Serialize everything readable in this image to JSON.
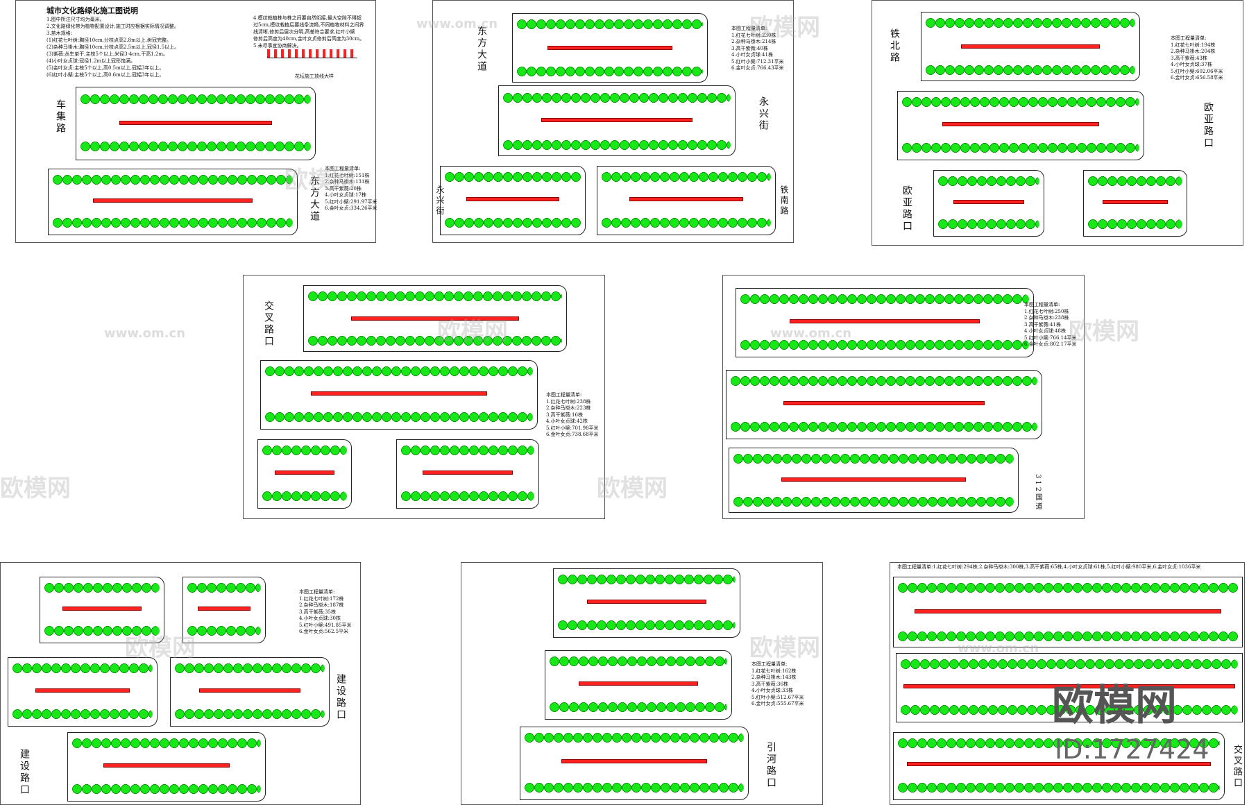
{
  "sheet1": {
    "title": "城市文化路绿化施工图说明",
    "notes": "1.图中所注尺寸均为毫米。\n2.文化路绿化带为植物配置设计,施工时应根据实际情况调整。\n3.苗木规格:\n(1)红花七叶树:胸径10cm,分枝点高2.8m以上,树冠完整。\n(2)杂种马褂木:胸径10cm,分枝点高2.5m以上,冠径1.5以上。\n(3)紫薇:丛生单干,主枝5个以上,米径3-4cm,干高1.2m。\n(4)小叶女贞球:冠径1.2m以上冠形饱满。\n(5)金叶女贞:主枝5个以上,高0.5m以上,冠幅3年以上。\n(6)红叶小檗:主枝5个以上,高0.6m以上,冠幅3年以上。",
    "notes_right": "4.模纹栽植株与株之间要自然衔接,最大空隙不得超\n过5cm,模纹栽植后要线条流畅,不同植物材料之间界\n线清晰,修剪后层次分明,高差符合要求,红叶小檗\n修剪后高度为40cm,金叶女贞修剪后高度为30cm。\n5.未尽事宜协商解决。",
    "detail_caption": "花坛施工放线大样",
    "road_left": "车集路",
    "road_right": "东方大道",
    "qty": "本图工程量清单:\n1.红花七叶树:151株\n2.杂种马褂木:131株\n3.高干紫薇:20株\n4.小叶女贞球:17株\n5.红叶小檗:291.97平米\n6.金叶女贞:334.26平米"
  },
  "sheet2": {
    "road_top": "东方大道",
    "road_right": "永兴街",
    "road_bottom_left": "永兴街",
    "road_bottom_right": "铁南路",
    "qty": "本图工程量清单:\n1.红花七叶树:230株\n2.杂种马褂木:214株\n3.高干紫薇:40株\n4.小叶女贞球:41株\n5.红叶小檗:712.31平米\n6.金叶女贞:766.43平米"
  },
  "sheet3": {
    "road_left": "铁北路",
    "road_right": "欧亚路口",
    "road_bottom": "欧亚路口",
    "qty": "本图工程量清单:\n1.红花七叶树:194株\n2.杂种马褂木:204株\n3.高干紫薇:43株\n4.小叶女贞球:37株\n5.红叶小檗:602.06平米\n6.金叶女贞:656.58平米"
  },
  "sheet4": {
    "road_left": "交叉路口",
    "qty": "本图工程量清单:\n1.红花七叶树:238株\n2.杂种马褂木:223株\n3.高干紫薇:16株\n4.小叶女贞球:42株\n5.红叶小檗:701.98平米\n6.金叶女贞:738.68平米"
  },
  "sheet5": {
    "road_right": "312国道",
    "qty": "本图工程量清单:\n1.红花七叶树:250株\n2.杂种马褂木:238株\n3.高干紫薇:41株\n4.小叶女贞球:48株\n5.红叶小檗:766.14平米\n6.金叶女贞:802.17平米"
  },
  "sheet6": {
    "road_right": "建设路口",
    "road_left": "建设路口",
    "qty": "本图工程量清单:\n1.红花七叶树:172株\n2.杂种马褂木:187株\n3.高干紫薇:35株\n4.小叶女贞球:30株\n5.红叶小檗:491.85平米\n6.金叶女贞:562.5平米"
  },
  "sheet7": {
    "road_right": "引河路口",
    "qty": "本图工程量清单:\n1.红花七叶树:162株\n2.杂种马褂木:143株\n3.高干紫薇:36株\n4.小叶女贞球:33株\n5.红叶小檗:512.67平米\n6.金叶女贞:555.67平米"
  },
  "sheet8": {
    "road_right": "交叉路口",
    "qty": "本图工程量清单:1.红花七叶树:294株,2.杂种马褂木:300株,3.高干紫薇:65株,4.小叶女贞球:61株,5.红叶小檗:980平米,6.金叶女贞:1036平米"
  },
  "watermark": {
    "brand": "欧模网",
    "url": "www.om.cn",
    "id": "ID:1727424"
  }
}
